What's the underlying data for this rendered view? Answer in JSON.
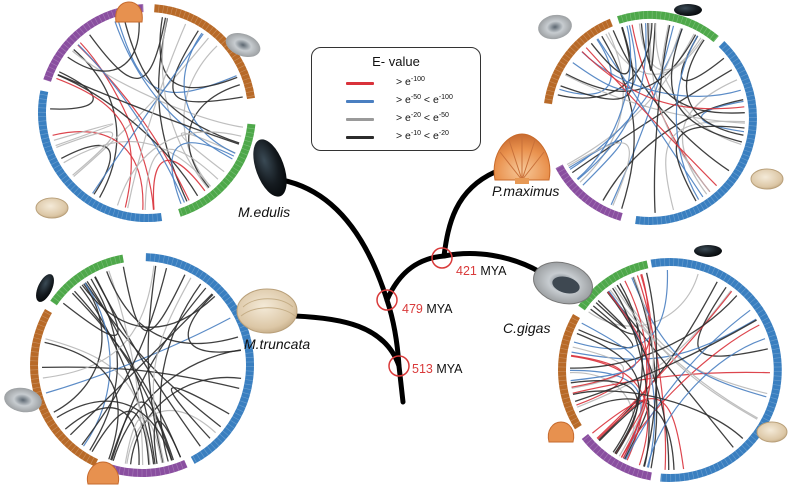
{
  "legend": {
    "title": "E- value",
    "rows": [
      {
        "color": "#d9323b",
        "parts": [
          [
            "> e",
            "-100"
          ]
        ]
      },
      {
        "color": "#4a7fc1",
        "parts": [
          [
            "> e",
            "-50"
          ],
          [
            " < e",
            "-100"
          ]
        ]
      },
      {
        "color": "#9a9a9a",
        "parts": [
          [
            "> e",
            "-20"
          ],
          [
            " < e",
            "-50"
          ]
        ]
      },
      {
        "color": "#2b2b2b",
        "parts": [
          [
            "> e",
            "-10"
          ],
          [
            " < e",
            "-20"
          ]
        ]
      }
    ]
  },
  "species": {
    "m_edulis": "M.edulis",
    "p_maximus": "P.maximus",
    "m_truncata": "M.truncata",
    "c_gigas": "C.gigas"
  },
  "divergence": {
    "node_421": {
      "value": "421",
      "unit": " MYA"
    },
    "node_479": {
      "value": "479",
      "unit": " MYA"
    },
    "node_513": {
      "value": "513",
      "unit": " MYA"
    }
  },
  "colors": {
    "blue": "#3a7fc0",
    "orange": "#b86a28",
    "purple": "#8a4fa0",
    "green": "#4ea84a",
    "tree": "#000000",
    "node_circle": "#d93a3a"
  }
}
